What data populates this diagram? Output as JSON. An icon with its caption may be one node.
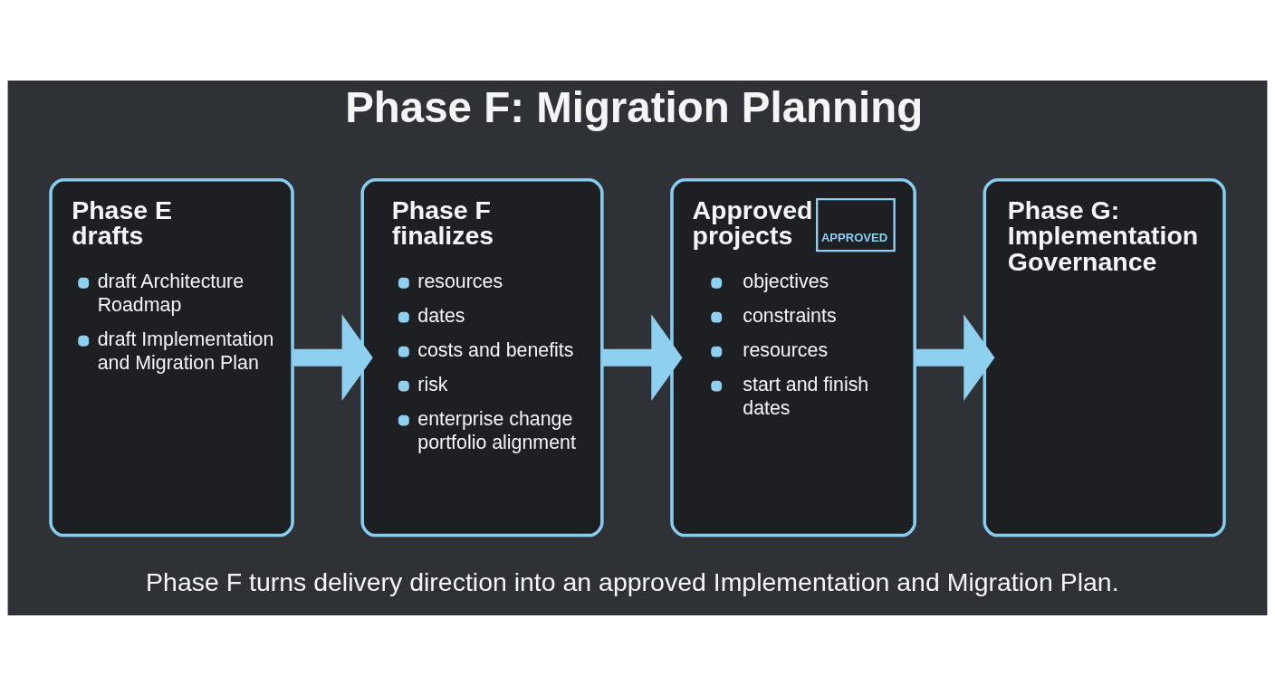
{
  "diagram": {
    "title": "Phase F: Migration Planning",
    "caption": "Phase F turns delivery direction into an approved Implementation and Migration Plan.",
    "nodes": [
      {
        "text": [
          "Phase E drafts",
          "draft Architecture Roadmap",
          "draft Implementation and Migration Plan"
        ]
      },
      {
        "text": [
          "Phase F finalizes",
          "resources",
          "dates",
          "costs and benefits",
          "risk",
          "enterprise change portfolio alignment"
        ]
      },
      {
        "text": [
          "Approved projects",
          "APPROVED",
          "objectives",
          "constraints",
          "resources",
          "start and finish dates"
        ]
      },
      {
        "text": [
          "Phase G: Implementation Governance"
        ]
      }
    ],
    "edges": [
      {
        "from": 0,
        "to": 1,
        "arrow": "to"
      },
      {
        "from": 1,
        "to": 2,
        "arrow": "to"
      },
      {
        "from": 2,
        "to": 3,
        "arrow": "to"
      }
    ]
  }
}
